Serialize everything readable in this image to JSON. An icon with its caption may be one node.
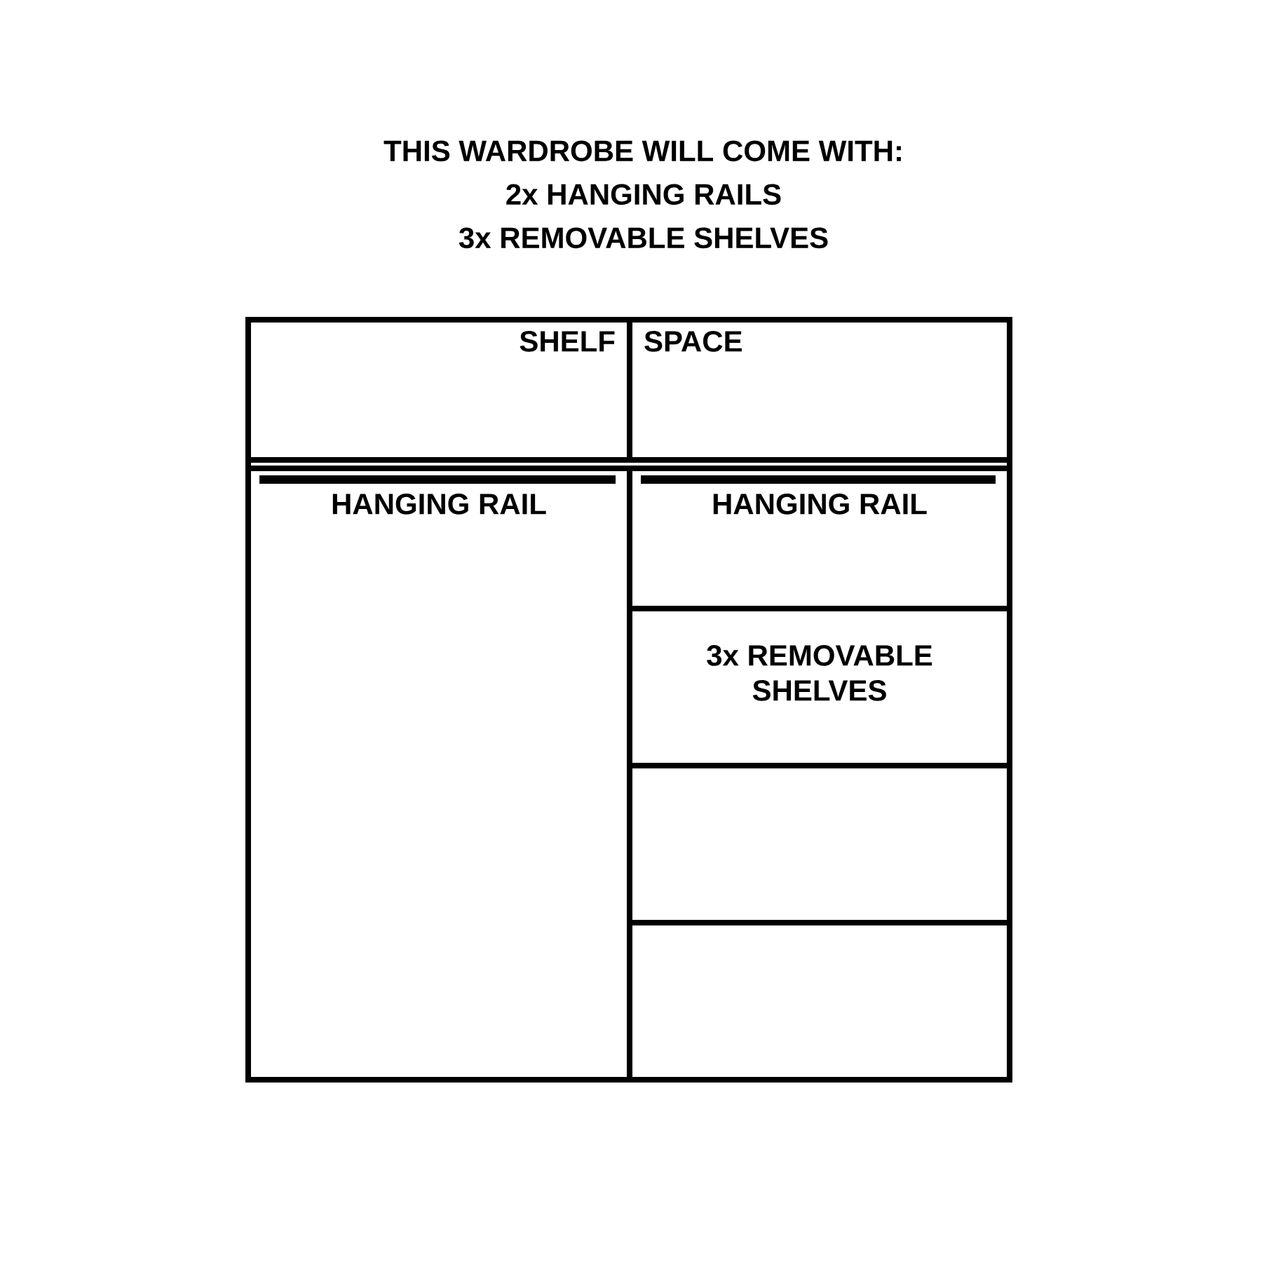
{
  "diagram": {
    "title": "THIS WARDROBE WILL COME WITH:",
    "nodes": [
      {
        "text": [],
        "shape": "box"
      },
      {
        "text": [
          "SHELF"
        ],
        "in": 0
      },
      {
        "text": [
          "SPACE"
        ],
        "in": 0
      },
      {
        "text": [
          "HANGING RAIL"
        ],
        "in": 0
      },
      {
        "text": [
          "HANGING RAIL"
        ],
        "in": 0
      },
      {
        "text": [
          "3x REMOVABLE SHELVES"
        ],
        "in": 0
      },
      {
        "text": [],
        "shape": "box",
        "in": 0
      },
      {
        "text": [],
        "shape": "box",
        "in": 0
      }
    ],
    "labels": [
      "2x HANGING RAILS",
      "3x REMOVABLE SHELVES"
    ]
  }
}
